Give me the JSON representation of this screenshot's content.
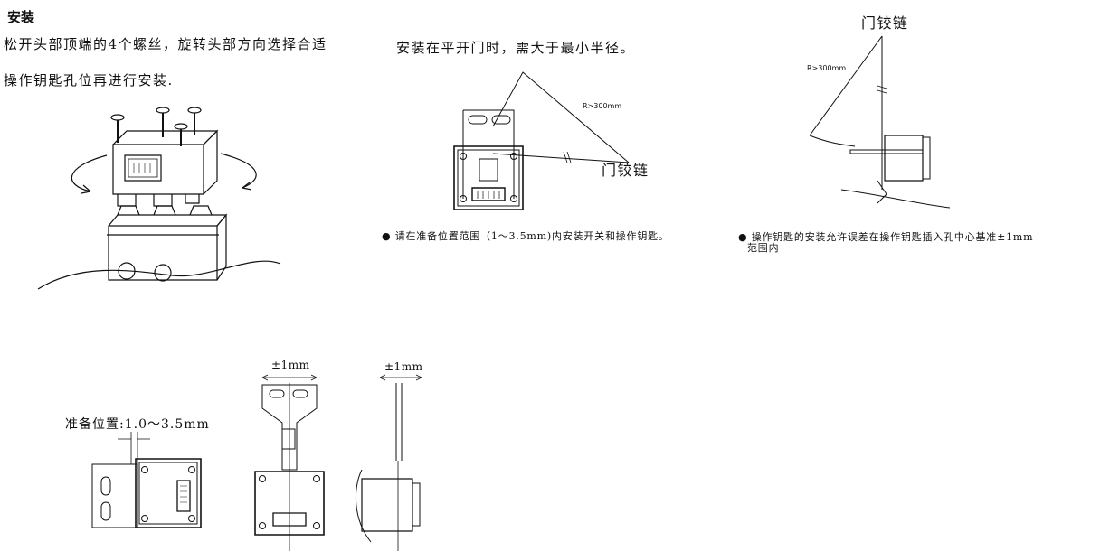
{
  "section": {
    "title": "安装",
    "line1": "松开头部顶端的4个螺丝，旋转头部方向选择合适",
    "line2": "操作钥匙孔位再进行安装."
  },
  "door_install": {
    "note": "安装在平开门时，需大于最小半径。",
    "radius_label": "R>300mm",
    "hinge_label": "门铰链",
    "caption": "● 请在准备位置范围（1〜3.5mm)内安装开关和操作钥匙。"
  },
  "side_view": {
    "hinge_label": "门铰链",
    "radius_label": "R>300mm",
    "caption_line1": "● 操作钥匙的安装允许误差在操作钥匙插入孔中心基准±1mm",
    "caption_line2": "范围内"
  },
  "bottom": {
    "prep_label": "准备位置:1.0〜3.5mm",
    "tolerance_front": "±1mm",
    "tolerance_side": "±1mm"
  }
}
